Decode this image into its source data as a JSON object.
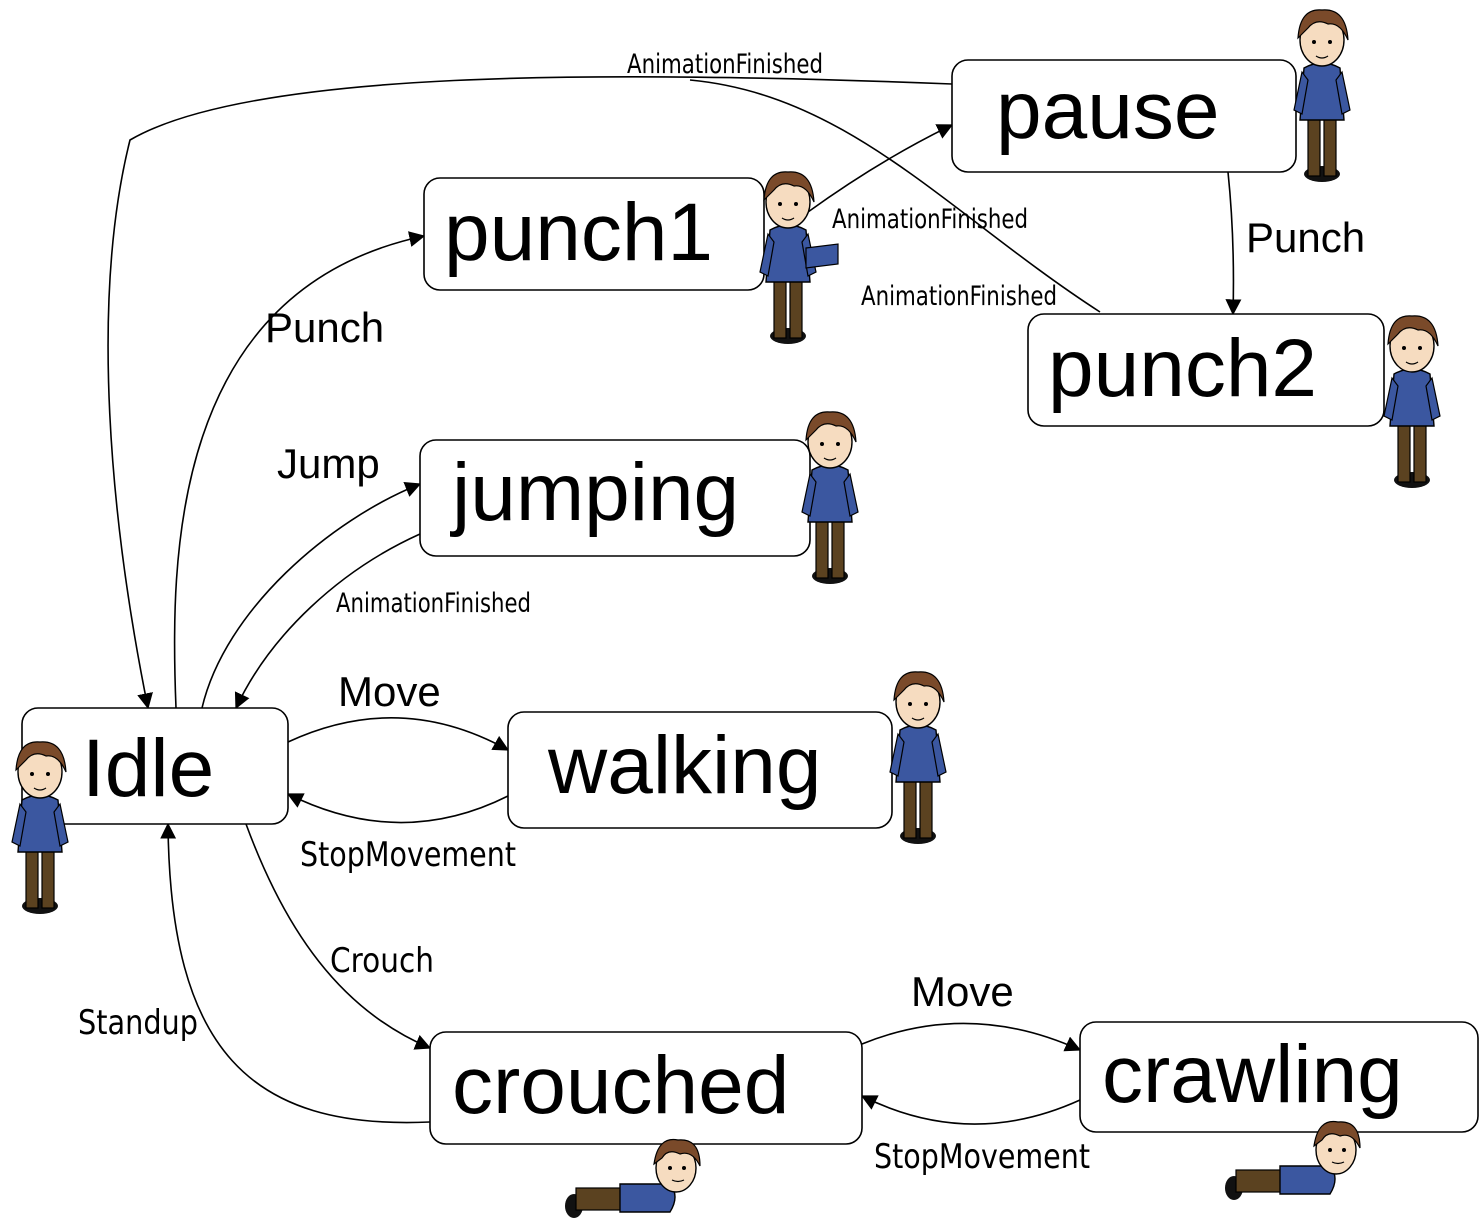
{
  "colors": {
    "box_fill": "#ffffff",
    "stroke": "#000000",
    "text": "#000000",
    "shirt": "#3b57a0",
    "pants": "#5b4220",
    "hair": "#7a4a2a",
    "skin": "#f6dcc0",
    "shoes": "#111111"
  },
  "states": {
    "idle": "Idle",
    "walking": "walking",
    "jumping": "jumping",
    "punch1": "punch1",
    "pause": "pause",
    "punch2": "punch2",
    "crouched": "crouched",
    "crawling": "crawling"
  },
  "transitions": {
    "idle_punch1": "Punch",
    "idle_jumping": "Jump",
    "jumping_idle": "AnimationFinished",
    "idle_walking": "Move",
    "walking_idle": "StopMovement",
    "idle_crouched": "Crouch",
    "crouched_idle": "Standup",
    "crouched_crawling": "Move",
    "crawling_crouched": "StopMovement",
    "punch1_pause": "AnimationFinished",
    "pause_idle": "AnimationFinished",
    "pause_punch2": "Punch",
    "punch2_idle": "AnimationFinished"
  },
  "icons": {
    "standing": "character-standing-icon",
    "punching": "character-punching-icon",
    "arms_crossed": "character-arms-crossed-icon",
    "thinking": "character-thinking-icon",
    "walking": "character-walking-icon",
    "lying": "character-lying-icon"
  }
}
